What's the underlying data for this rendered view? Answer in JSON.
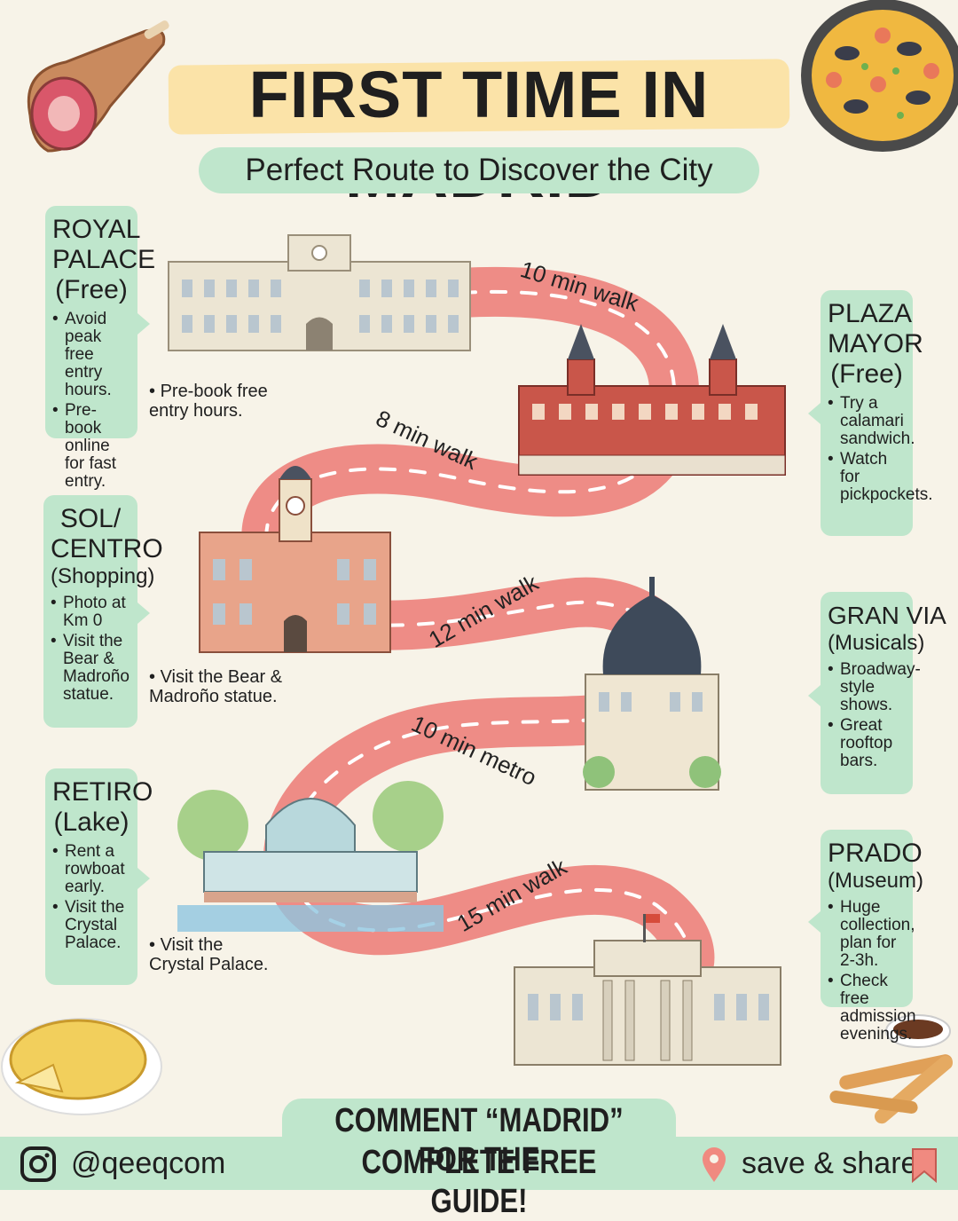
{
  "header": {
    "title": "FIRST TIME IN MADRID",
    "subtitle": "Perfect Route to Discover the City"
  },
  "stops": [
    {
      "name": "ROYAL PALACE",
      "name_lines": [
        "ROYAL",
        "PALACE"
      ],
      "tag": "(Free)",
      "tips": [
        "Avoid peak free entry hours.",
        "Pre-book online for fast entry."
      ],
      "note": "Pre-book free entry hours."
    },
    {
      "name": "PLAZA MAYOR",
      "name_lines": [
        "PLAZA",
        "MAYOR"
      ],
      "tag": "(Free)",
      "tips": [
        "Try a calamari sandwich.",
        "Watch for pickpockets."
      ]
    },
    {
      "name": "SOL/ CENTRO",
      "name_lines": [
        "SOL/",
        "CENTRO"
      ],
      "tag": "(Shopping)",
      "tips": [
        "Photo at Km 0",
        "Visit the Bear & Madroño statue."
      ],
      "note": "Visit the Bear & Madroño statue."
    },
    {
      "name": "GRAN VIA",
      "name_lines": [
        "GRAN VIA"
      ],
      "tag": "(Musicals)",
      "tips": [
        "Broadway-style shows.",
        "Great rooftop bars."
      ]
    },
    {
      "name": "RETIRO",
      "name_lines": [
        "RETIRO"
      ],
      "tag": "(Lake)",
      "tips": [
        "Rent a rowboat early.",
        "Visit the Crystal Palace."
      ],
      "note": "Visit the Crystal Palace."
    },
    {
      "name": "PRADO",
      "name_lines": [
        "PRADO"
      ],
      "tag": "(Museum)",
      "tips": [
        "Huge collection, plan for 2-3h.",
        "Check free admission evenings."
      ]
    }
  ],
  "legs": [
    {
      "label": "10 min walk"
    },
    {
      "label": "8 min walk"
    },
    {
      "label": "12 min walk"
    },
    {
      "label": "10 min metro"
    },
    {
      "label": "15 min walk"
    }
  ],
  "footer": {
    "cta_line1": "COMMENT “MADRID” FOR THE",
    "cta_line2": "COMPLETE FREE GUIDE!",
    "handle": "@qeeqcom",
    "share": "save & share",
    "icons": [
      "instagram-icon",
      "map-pin-icon",
      "bookmark-icon"
    ]
  },
  "colors": {
    "road": "#ee8c86",
    "card": "#bfe6cc",
    "title_highlight": "#fbe3a8",
    "background": "#f7f3e8"
  }
}
